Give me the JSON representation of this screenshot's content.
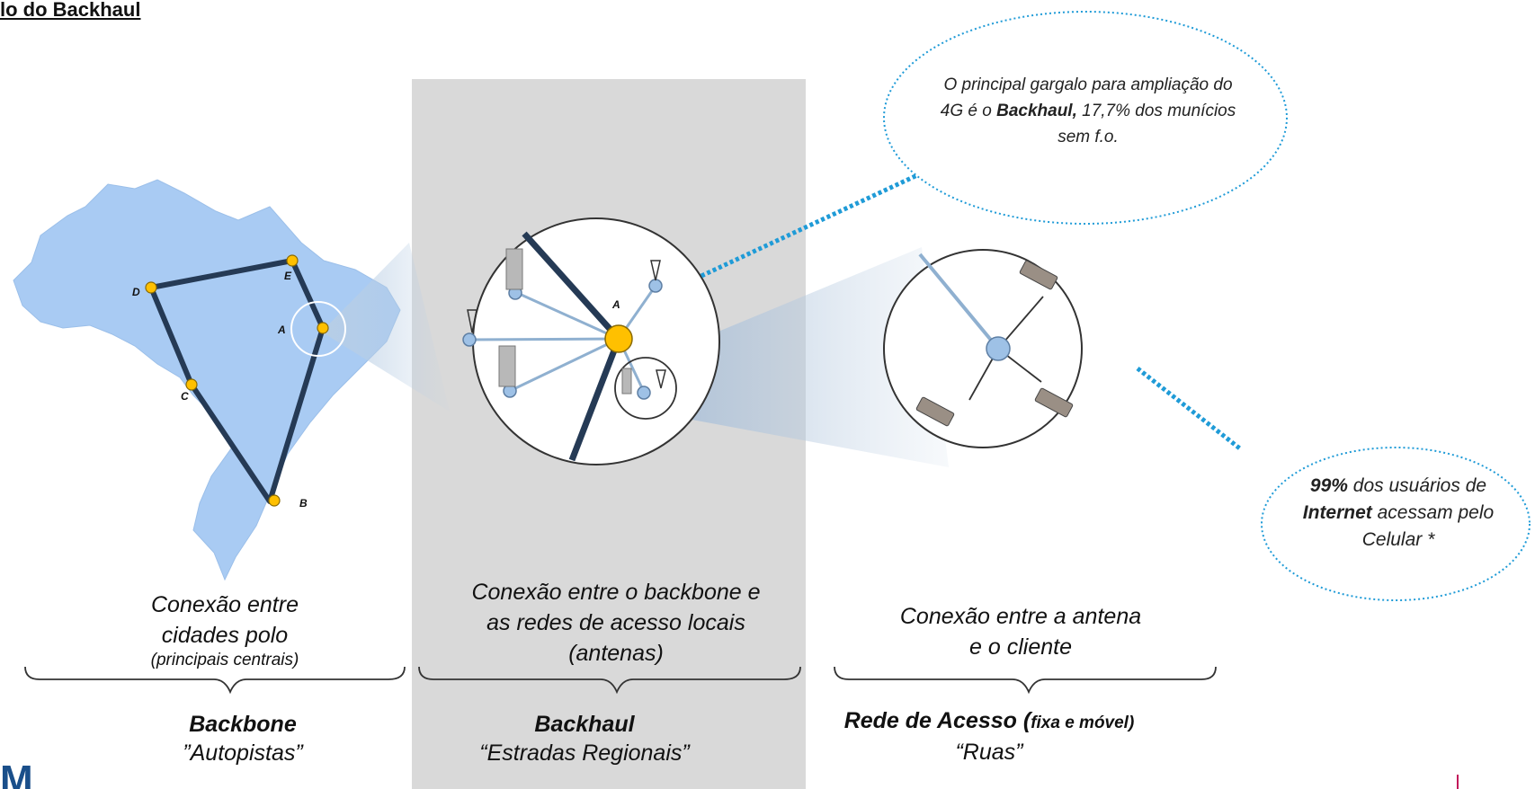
{
  "title": "lo do Backhaul",
  "callout_top": {
    "line1": "O principal gargalo para ampliação do",
    "line2_pre": "4G é o ",
    "line2_bold": "Backhaul,",
    "line2_post": " 17,7% dos munícios",
    "line3": "sem f.o."
  },
  "callout_right": {
    "line1_bold": "99%",
    "line1_rest": " dos usuários de",
    "line2_bold": "Internet",
    "line2_rest": " acessam pelo",
    "line3": "Celular *"
  },
  "map_nodes": [
    "A",
    "B",
    "C",
    "D",
    "E"
  ],
  "backhaul_node": "A",
  "captions": {
    "backbone": [
      "Conexão entre",
      "cidades polo"
    ],
    "backbone_small": "(principais centrais)",
    "backhaul": [
      "Conexão entre o backbone e",
      "as redes de acesso locais",
      "(antenas)"
    ],
    "access": [
      "Conexão entre a antena",
      "e o cliente"
    ]
  },
  "tiers": {
    "backbone": {
      "name": "Backbone",
      "metaphor": "”Autopistas”"
    },
    "backhaul": {
      "name": "Backhaul",
      "metaphor": "“Estradas Regionais”"
    },
    "access": {
      "name": "Rede de Acesso (",
      "qualifier": "fixa e móvel)",
      "metaphor": "“Ruas”"
    }
  },
  "brand_glyph": "M",
  "colors": {
    "map_fill": "#a9cbf3",
    "route_line": "#253a55",
    "node_fill": "#ffc000",
    "band_gray": "#d9d9d9",
    "dotted_blue": "#1f9bd7",
    "link_light": "#8fb0d0",
    "hub_blue": "#9ec1e6"
  }
}
